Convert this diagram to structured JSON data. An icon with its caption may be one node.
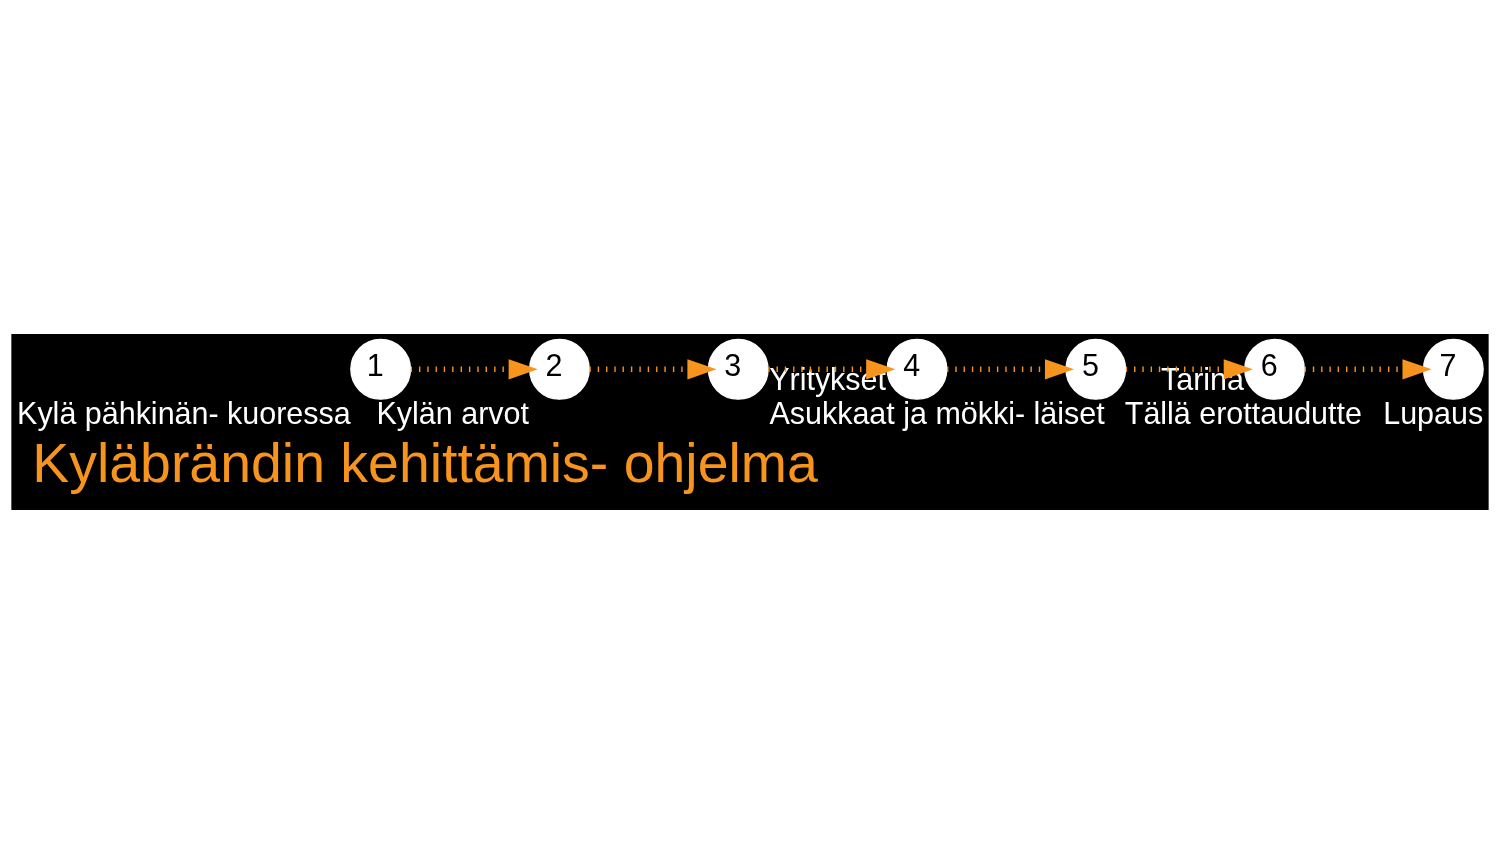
{
  "diagram": {
    "title": "Kyläbrändin kehittämis- ohjelma",
    "nodes": [
      {
        "text": [
          "1"
        ],
        "beside": [
          "Kylä pähkinän- kuoressa"
        ]
      },
      {
        "text": [
          "2"
        ],
        "beside": [
          "Kylän arvot"
        ]
      },
      {
        "text": [
          "3"
        ],
        "beside": [
          "Asukkaat ja mökki- läiset"
        ]
      },
      {
        "text": [
          "4"
        ],
        "beside": [
          "Yritykset"
        ]
      },
      {
        "text": [
          "5"
        ],
        "beside": [
          "Tällä erottaudutte"
        ]
      },
      {
        "text": [
          "6"
        ],
        "beside": [
          "Tarina"
        ]
      },
      {
        "text": [
          "7"
        ],
        "beside": [
          "Lupaus"
        ]
      }
    ],
    "edges": [
      {
        "from": 0,
        "to": 1,
        "arrow": "to",
        "style": "dashed"
      },
      {
        "from": 1,
        "to": 2,
        "arrow": "to",
        "style": "dashed"
      },
      {
        "from": 2,
        "to": 3,
        "arrow": "to",
        "style": "dashed"
      },
      {
        "from": 3,
        "to": 4,
        "arrow": "to",
        "style": "dashed"
      },
      {
        "from": 4,
        "to": 5,
        "arrow": "to",
        "style": "dashed"
      },
      {
        "from": 5,
        "to": 6,
        "arrow": "to",
        "style": "dashed"
      }
    ]
  }
}
